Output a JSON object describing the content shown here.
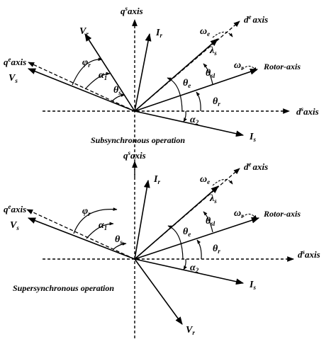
{
  "top": {
    "caption": "Subsynchronous operation",
    "qs_axis": {
      "base": "q",
      "sup": "s",
      "rest": "axis"
    },
    "ds_axis": {
      "base": "d",
      "sup": "s",
      "rest": "axis"
    },
    "de_axis": {
      "base": "d",
      "sup": "e",
      "rest": "axis"
    },
    "qe_axis": {
      "base": "q",
      "sup": "e",
      "rest": "axis"
    },
    "rotor_axis": "Rotor-axis",
    "Vr": {
      "base": "V",
      "sub": "r"
    },
    "Ir": {
      "base": "I",
      "sub": "r"
    },
    "Vs": {
      "base": "V",
      "sub": "s"
    },
    "Is": {
      "base": "I",
      "sub": "s"
    },
    "omega_e": {
      "base": "ω",
      "sub": "e"
    },
    "omega_r": {
      "base": "ω",
      "sub": "r"
    },
    "lambda_s": {
      "base": "λ",
      "sub": "s"
    },
    "phi_r": {
      "base": "φ",
      "sub": "r"
    },
    "alpha1": {
      "base": "α",
      "sub": "1"
    },
    "alpha2": {
      "base": "α",
      "sub": "2"
    },
    "theta_s": {
      "base": "θ",
      "sub": "s"
    },
    "theta_e": {
      "base": "θ",
      "sub": "e"
    },
    "theta_sl": {
      "base": "θ",
      "sub": "sl"
    },
    "theta_r": {
      "base": "θ",
      "sub": "r"
    }
  },
  "bottom": {
    "caption": "Supersynchronous operation",
    "qs_axis": {
      "base": "q",
      "sup": "s",
      "rest": "axis"
    },
    "ds_axis": {
      "base": "d",
      "sup": "s",
      "rest": "axis"
    },
    "de_axis": {
      "base": "d",
      "sup": "e",
      "rest": "axis"
    },
    "qe_axis": {
      "base": "q",
      "sup": "e",
      "rest": "axis"
    },
    "rotor_axis": "Rotor-axis",
    "Vr": {
      "base": "V",
      "sub": "r"
    },
    "Ir": {
      "base": "I",
      "sub": "r"
    },
    "Vs": {
      "base": "V",
      "sub": "s"
    },
    "Is": {
      "base": "I",
      "sub": "s"
    },
    "omega_e": {
      "base": "ω",
      "sub": "e"
    },
    "omega_r": {
      "base": "ω",
      "sub": "r"
    },
    "lambda_s": {
      "base": "λ",
      "sub": "s"
    },
    "phi_r": {
      "base": "φ",
      "sub": "r"
    },
    "alpha1": {
      "base": "α",
      "sub": "1"
    },
    "alpha2": {
      "base": "α",
      "sub": "2"
    },
    "theta_s": {
      "base": "θ",
      "sub": "s"
    },
    "theta_e": {
      "base": "θ",
      "sub": "e"
    },
    "theta_sl": {
      "base": "θ",
      "sub": "sl"
    },
    "theta_r": {
      "base": "θ",
      "sub": "r"
    }
  }
}
